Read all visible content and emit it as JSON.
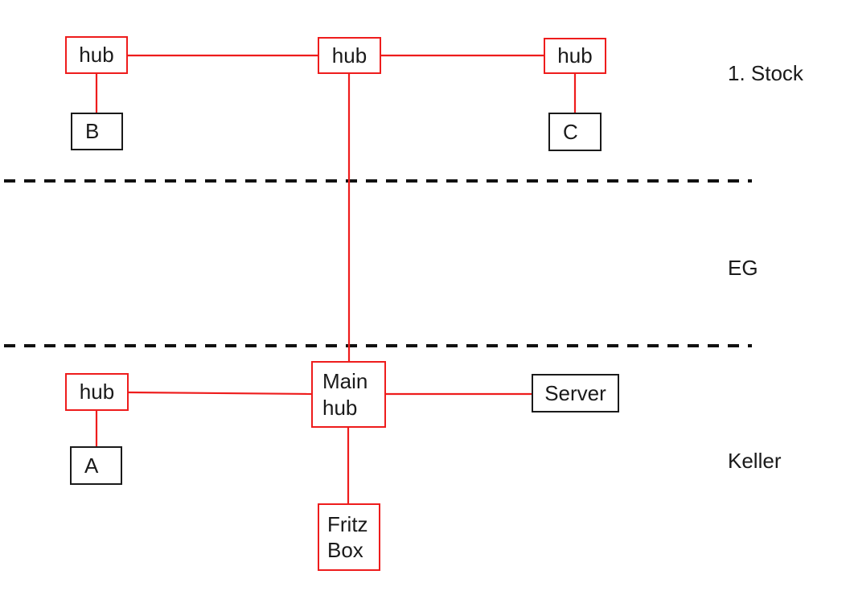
{
  "diagram": {
    "type": "network-floor-topology",
    "colors": {
      "connection": "#ee1c1c",
      "device_border": "#1a1a1a",
      "divider": "#111111",
      "text": "#1a1a1a",
      "background": "#ffffff"
    },
    "floors": [
      {
        "label": "1. Stock"
      },
      {
        "label": "EG"
      },
      {
        "label": "Keller"
      }
    ],
    "nodes": {
      "hub_top_left": {
        "label": "hub"
      },
      "hub_top_middle": {
        "label": "hub"
      },
      "hub_top_right": {
        "label": "hub"
      },
      "device_b": {
        "label": "B"
      },
      "device_c": {
        "label": "C"
      },
      "main_hub": {
        "label_line1": "Main",
        "label_line2": "hub"
      },
      "hub_basement": {
        "label": "hub"
      },
      "server": {
        "label": "Server"
      },
      "device_a": {
        "label": "A"
      },
      "fritz_box": {
        "label_line1": "Fritz",
        "label_line2": "Box"
      }
    }
  }
}
